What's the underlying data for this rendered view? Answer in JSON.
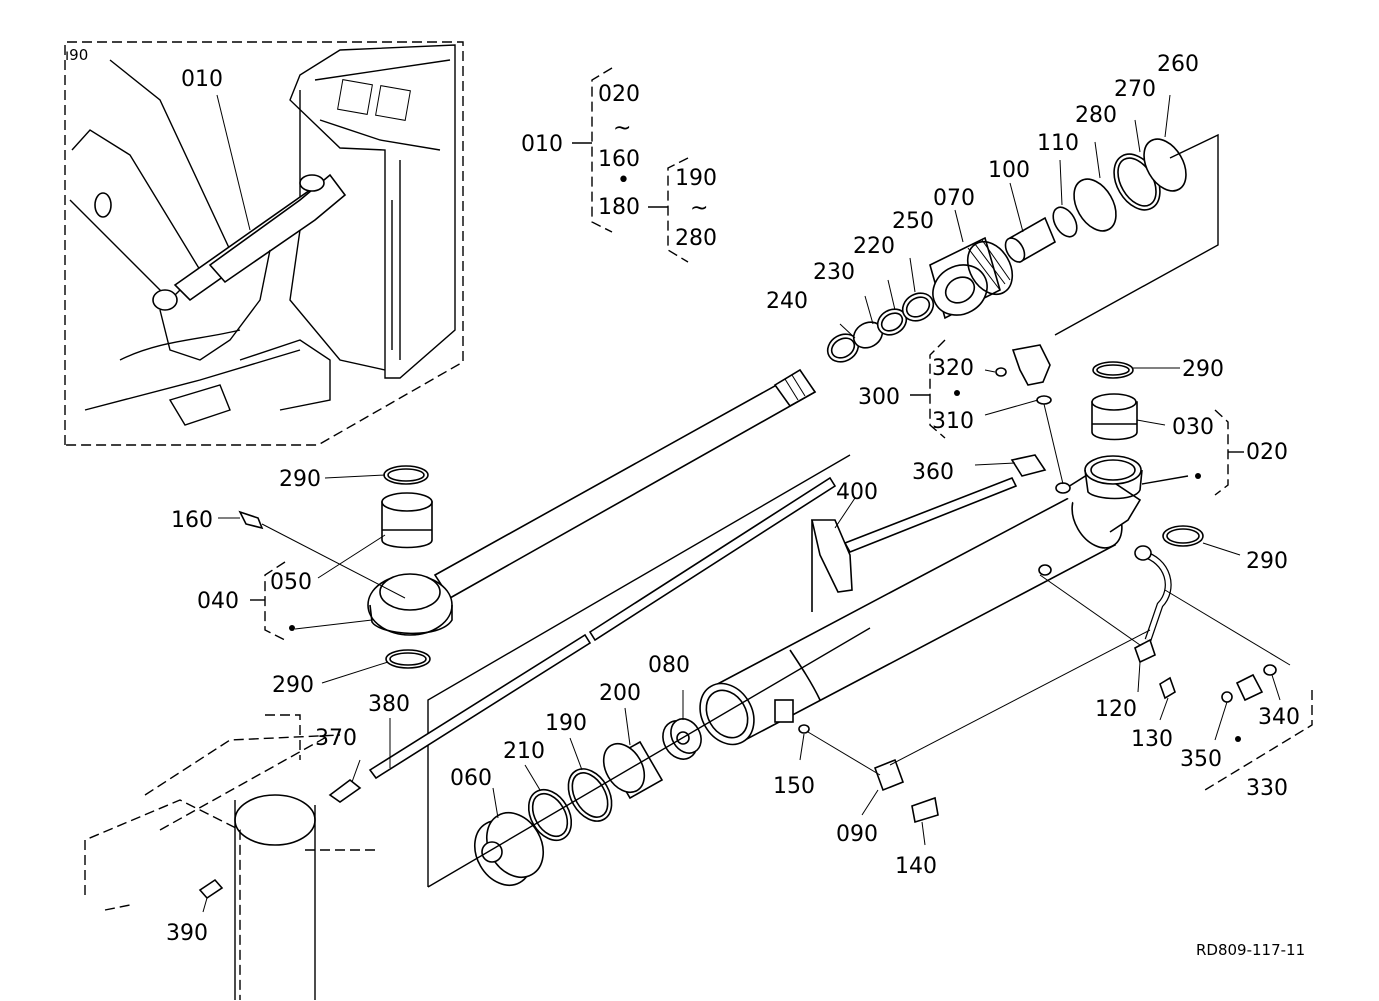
{
  "diagram": {
    "code": "RD809-117-11",
    "callouts": {
      "p010a": "010",
      "p010b": "010",
      "p020a": "020",
      "p020b": "020",
      "p030": "030",
      "p040": "040",
      "p050": "050",
      "p060": "060",
      "p070": "070",
      "p080": "080",
      "p090": "090",
      "p100": "100",
      "p110": "110",
      "p120": "120",
      "p130": "130",
      "p140": "140",
      "p150": "150",
      "p160a": "160",
      "p160b": "160",
      "p180": "180",
      "p190a": "190",
      "p190b": "190",
      "p200": "200",
      "p210": "210",
      "p220": "220",
      "p230": "230",
      "p240": "240",
      "p250": "250",
      "p260": "260",
      "p270": "270",
      "p280a": "280",
      "p280b": "280",
      "p290a": "290",
      "p290b": "290",
      "p290c": "290",
      "p290d": "290",
      "p300": "300",
      "p310": "310",
      "p320": "320",
      "p330": "330",
      "p340": "340",
      "p350": "350",
      "p360": "360",
      "p370": "370",
      "p380": "380",
      "p390": "390",
      "p400": "400"
    },
    "range_marks": {
      "tilde1": "~",
      "tilde2": "~",
      "dot1": "•"
    },
    "inset_note": "ı90"
  }
}
